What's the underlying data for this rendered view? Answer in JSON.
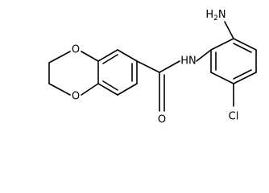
{
  "structure": {
    "atoms": {
      "amine": "H2N",
      "amine_main": "H",
      "amine_subscript": "2",
      "amine_tail": "N",
      "amide_nh": "HN",
      "amide_o": "O",
      "chlorine": "Cl",
      "ring_o_top": "O",
      "ring_o_bottom": "O"
    }
  }
}
